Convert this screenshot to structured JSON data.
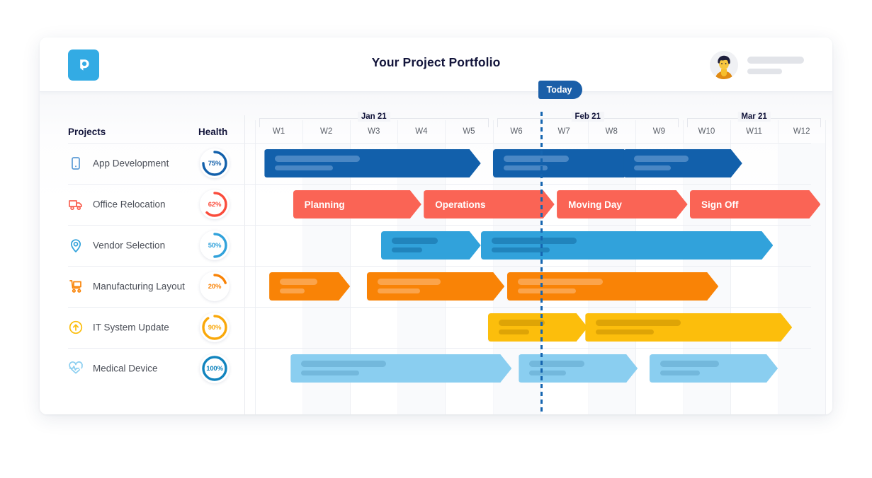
{
  "header": {
    "logo_icon": "pronnel-p-logo-icon",
    "title": "Your Project Portfolio",
    "avatar_icon": "user-avatar"
  },
  "table": {
    "col_projects": "Projects",
    "col_health": "Health"
  },
  "timeline": {
    "today_label": "Today",
    "today_week_index": 6,
    "months": [
      {
        "label": "Jan 21",
        "start": 0,
        "span": 5
      },
      {
        "label": "Feb 21",
        "start": 5,
        "span": 4
      },
      {
        "label": "Mar 21",
        "start": 9,
        "span": 3
      }
    ],
    "weeks": [
      "W1",
      "W2",
      "W3",
      "W4",
      "W5",
      "W6",
      "W7",
      "W8",
      "W9",
      "W10",
      "W11",
      "W12"
    ]
  },
  "colors": {
    "brand": "#33ABE4",
    "today": "#1B5FA8",
    "title": "#12143a",
    "app_development": "#1260AB",
    "office_relocation": "#FA6455",
    "vendor_selection": "#31A2DB",
    "manufacturing_layout": "#F98306",
    "it_system_update": "#FCBE0C",
    "medical_device": "#8ACEF0"
  },
  "projects": [
    {
      "name": "App Development",
      "icon": "mobile-phone-icon",
      "icon_color": "#5B9BD5",
      "health": "75%",
      "health_value": 75,
      "health_color": "#1260AB",
      "bar_color": "#1260AB",
      "ph_color": "#4A87C4",
      "tasks": [
        {
          "label": "",
          "start": 0.2,
          "end": 4.75
        },
        {
          "label": "",
          "start": 5.0,
          "end": 8.0
        },
        {
          "label": "",
          "start": 7.75,
          "end": 10.25
        }
      ]
    },
    {
      "name": "Office Relocation",
      "icon": "delivery-truck-icon",
      "icon_color": "#FA6455",
      "health": "62%",
      "health_value": 62,
      "health_color": "#FA4C3C",
      "bar_color": "#FA6455",
      "ph_color": "#FB8273",
      "tasks": [
        {
          "label": "Planning",
          "start": 0.8,
          "end": 3.5
        },
        {
          "label": "Operations",
          "start": 3.55,
          "end": 6.3
        },
        {
          "label": "Moving Day",
          "start": 6.35,
          "end": 9.1
        },
        {
          "label": "Sign Off",
          "start": 9.15,
          "end": 11.9
        }
      ]
    },
    {
      "name": "Vendor Selection",
      "icon": "location-pin-icon",
      "icon_color": "#31A2DB",
      "health": "50%",
      "health_value": 50,
      "health_color": "#31A2DB",
      "bar_color": "#31A2DB",
      "ph_color": "#2184BC",
      "tasks": [
        {
          "label": "",
          "start": 2.65,
          "end": 4.75
        },
        {
          "label": "",
          "start": 4.75,
          "end": 10.9
        }
      ]
    },
    {
      "name": "Manufacturing Layout",
      "icon": "warehouse-cart-icon",
      "icon_color": "#F98306",
      "health": "20%",
      "health_value": 20,
      "health_color": "#F98306",
      "bar_color": "#F98306",
      "ph_color": "#FBA44B",
      "tasks": [
        {
          "label": "",
          "start": 0.3,
          "end": 2.0
        },
        {
          "label": "",
          "start": 2.35,
          "end": 5.25
        },
        {
          "label": "",
          "start": 5.3,
          "end": 9.75
        }
      ]
    },
    {
      "name": "IT System Update",
      "icon": "arrow-up-circle-icon",
      "icon_color": "#FCBE0C",
      "health": "90%",
      "health_value": 90,
      "health_color": "#F9A80A",
      "bar_color": "#FCBE0C",
      "ph_color": "#DEA406",
      "tasks": [
        {
          "label": "",
          "start": 4.9,
          "end": 7.0
        },
        {
          "label": "",
          "start": 6.95,
          "end": 11.3
        }
      ]
    },
    {
      "name": "Medical Device",
      "icon": "heartbeat-pulse-icon",
      "icon_color": "#8ACEF0",
      "health": "100%",
      "health_value": 100,
      "health_color": "#1184BE",
      "bar_color": "#8ACEF0",
      "ph_color": "#73B8DC",
      "tasks": [
        {
          "label": "",
          "start": 0.75,
          "end": 5.4
        },
        {
          "label": "",
          "start": 5.55,
          "end": 8.05
        },
        {
          "label": "",
          "start": 8.3,
          "end": 11.0
        }
      ]
    }
  ]
}
